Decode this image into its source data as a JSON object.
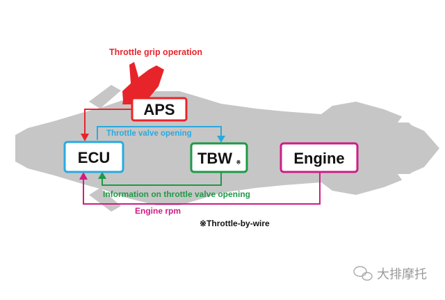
{
  "labels": {
    "grip": "Throttle grip operation",
    "aps": "APS",
    "ecu": "ECU",
    "tbw": "TBW",
    "tbw_mark": "※",
    "engine": "Engine",
    "valve_opening": "Throttle valve opening",
    "info": "Information on throttle valve opening",
    "rpm": "Engine rpm",
    "footnote": "※Throttle-by-wire"
  },
  "watermark": {
    "text": "大排摩托",
    "icon": "wechat-logo-icon"
  },
  "colors": {
    "red": "#e8242b",
    "blue": "#29a9e0",
    "green": "#1d9a46",
    "magenta": "#cf1c86",
    "bike": "#c6c6c6",
    "text": "#111111"
  }
}
